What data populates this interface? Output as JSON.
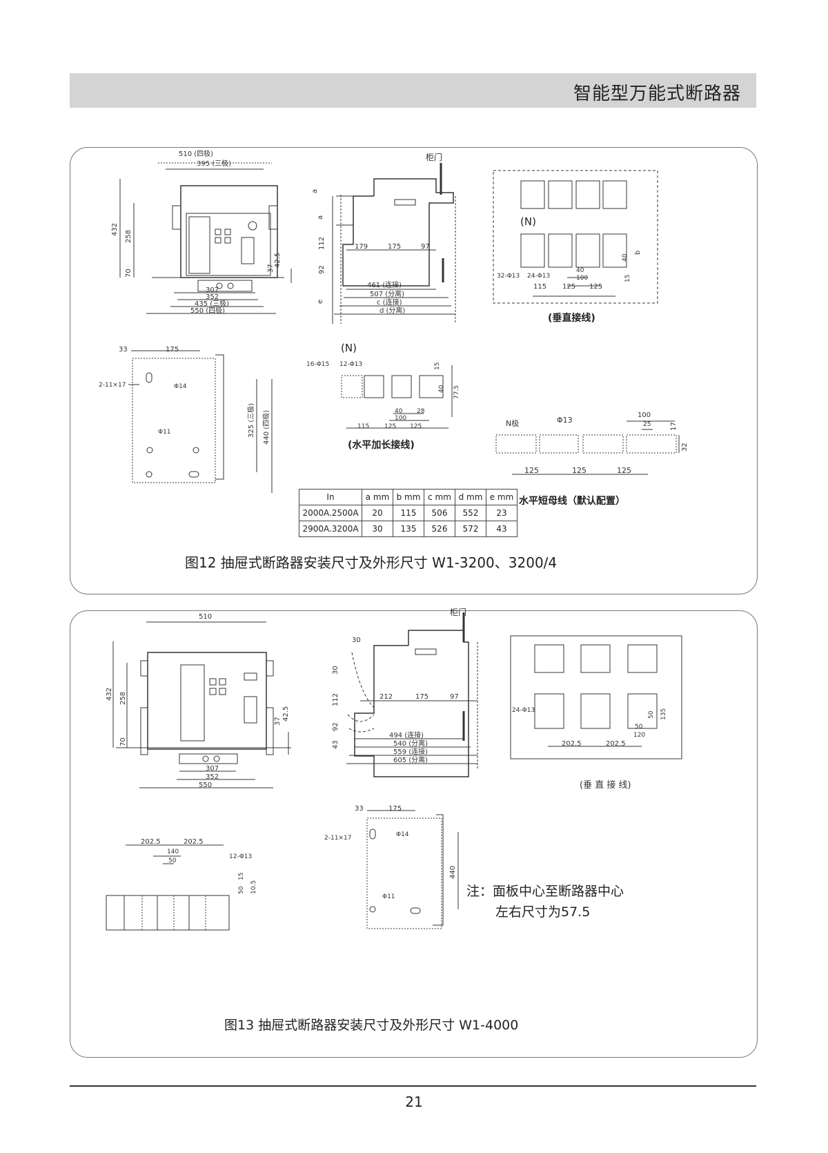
{
  "header": {
    "title": "智能型万能式断路器"
  },
  "fig12": {
    "caption": "图12 抽屉式断路器安装尺寸及外形尺寸    W1-3200、3200/4",
    "front": {
      "d510": "510 (四极)",
      "d395": "395 (三极)",
      "d432": "432",
      "d258": "258",
      "d70": "70",
      "d37": "37",
      "d425": "42.5",
      "d307": "307",
      "d352": "352",
      "d435": "435 (三极)",
      "d550": "550 (四极)"
    },
    "side": {
      "door": "柜门",
      "a1": "a",
      "a2": "a",
      "d112": "112",
      "d92": "92",
      "e": "e",
      "d179": "179",
      "d175": "175",
      "d97": "97",
      "d461": "461 (连接)",
      "d507": "507 (分离)",
      "c": "c (连接)",
      "d": "d (分离)"
    },
    "vert": {
      "n": "(N)",
      "h1": "32-Φ13",
      "h2": "24-Φ13",
      "d40a": "40",
      "d40b": "40",
      "d100": "100",
      "d115": "115",
      "d125a": "125",
      "d125b": "125",
      "b": "b",
      "d15": "15",
      "caption": "(垂直接线)"
    },
    "base": {
      "d33": "33",
      "d175": "175",
      "slot": "2-11×17",
      "phi14": "Φ14",
      "phi11": "Φ11",
      "d325": "325 (三极)",
      "d440": "440 (四极)"
    },
    "horzlong": {
      "n": "(N)",
      "h16": "16-Φ15",
      "h12": "12-Φ13",
      "d15": "15",
      "d40a": "40",
      "d775": "77.5",
      "d40b": "40",
      "d28": "28",
      "d100": "100",
      "d115": "115",
      "d125a": "125",
      "d125b": "125",
      "caption": "(水平加长接线)"
    },
    "table": {
      "headers": [
        "In",
        "a mm",
        "b mm",
        "c mm",
        "d mm",
        "e mm"
      ],
      "rows": [
        [
          "2000A.2500A",
          "20",
          "115",
          "506",
          "552",
          "23"
        ],
        [
          "2900A.3200A",
          "30",
          "135",
          "526",
          "572",
          "43"
        ]
      ]
    },
    "busbar": {
      "npole": "N极",
      "phi13": "Φ13",
      "d100": "100",
      "d25": "25",
      "d17": "17",
      "d32": "32",
      "d125a": "125",
      "d125b": "125",
      "d125c": "125",
      "caption": "水平短母线（默认配置）"
    }
  },
  "fig13": {
    "caption": "图13 抽屉式断路器安装尺寸及外形尺寸    W1-4000",
    "front": {
      "d510": "510",
      "d432": "432",
      "d258": "258",
      "d70": "70",
      "d37": "37",
      "d425": "42.5",
      "d307": "307",
      "d352": "352",
      "d550": "550"
    },
    "side": {
      "door": "柜门",
      "d30a": "30",
      "d30b": "30",
      "d112": "112",
      "d92": "92",
      "d43": "43",
      "d212": "212",
      "d175": "175",
      "d97": "97",
      "d494": "494 (连接)",
      "d540": "540 (分离)",
      "d559": "559 (连接)",
      "d605": "605 (分离)"
    },
    "vert": {
      "h24": "24-Φ13",
      "d50a": "50",
      "d50b": "50",
      "d135": "135",
      "d120": "120",
      "d2025a": "202.5",
      "d2025b": "202.5",
      "caption": "(垂 直 接 线)"
    },
    "horz": {
      "d2025a": "202.5",
      "d2025b": "202.5",
      "d140": "140",
      "d50": "50",
      "h12": "12-Φ13",
      "d15": "15",
      "d50v": "50",
      "d105": "10.5"
    },
    "base": {
      "d33": "33",
      "d175": "175",
      "slot": "2-11×17",
      "phi14": "Φ14",
      "phi11": "Φ11",
      "d440": "440"
    },
    "note": {
      "line1": "注：面板中心至断路器中心",
      "line2": "左右尺寸为57.5"
    }
  },
  "footer": {
    "page_number": "21"
  }
}
